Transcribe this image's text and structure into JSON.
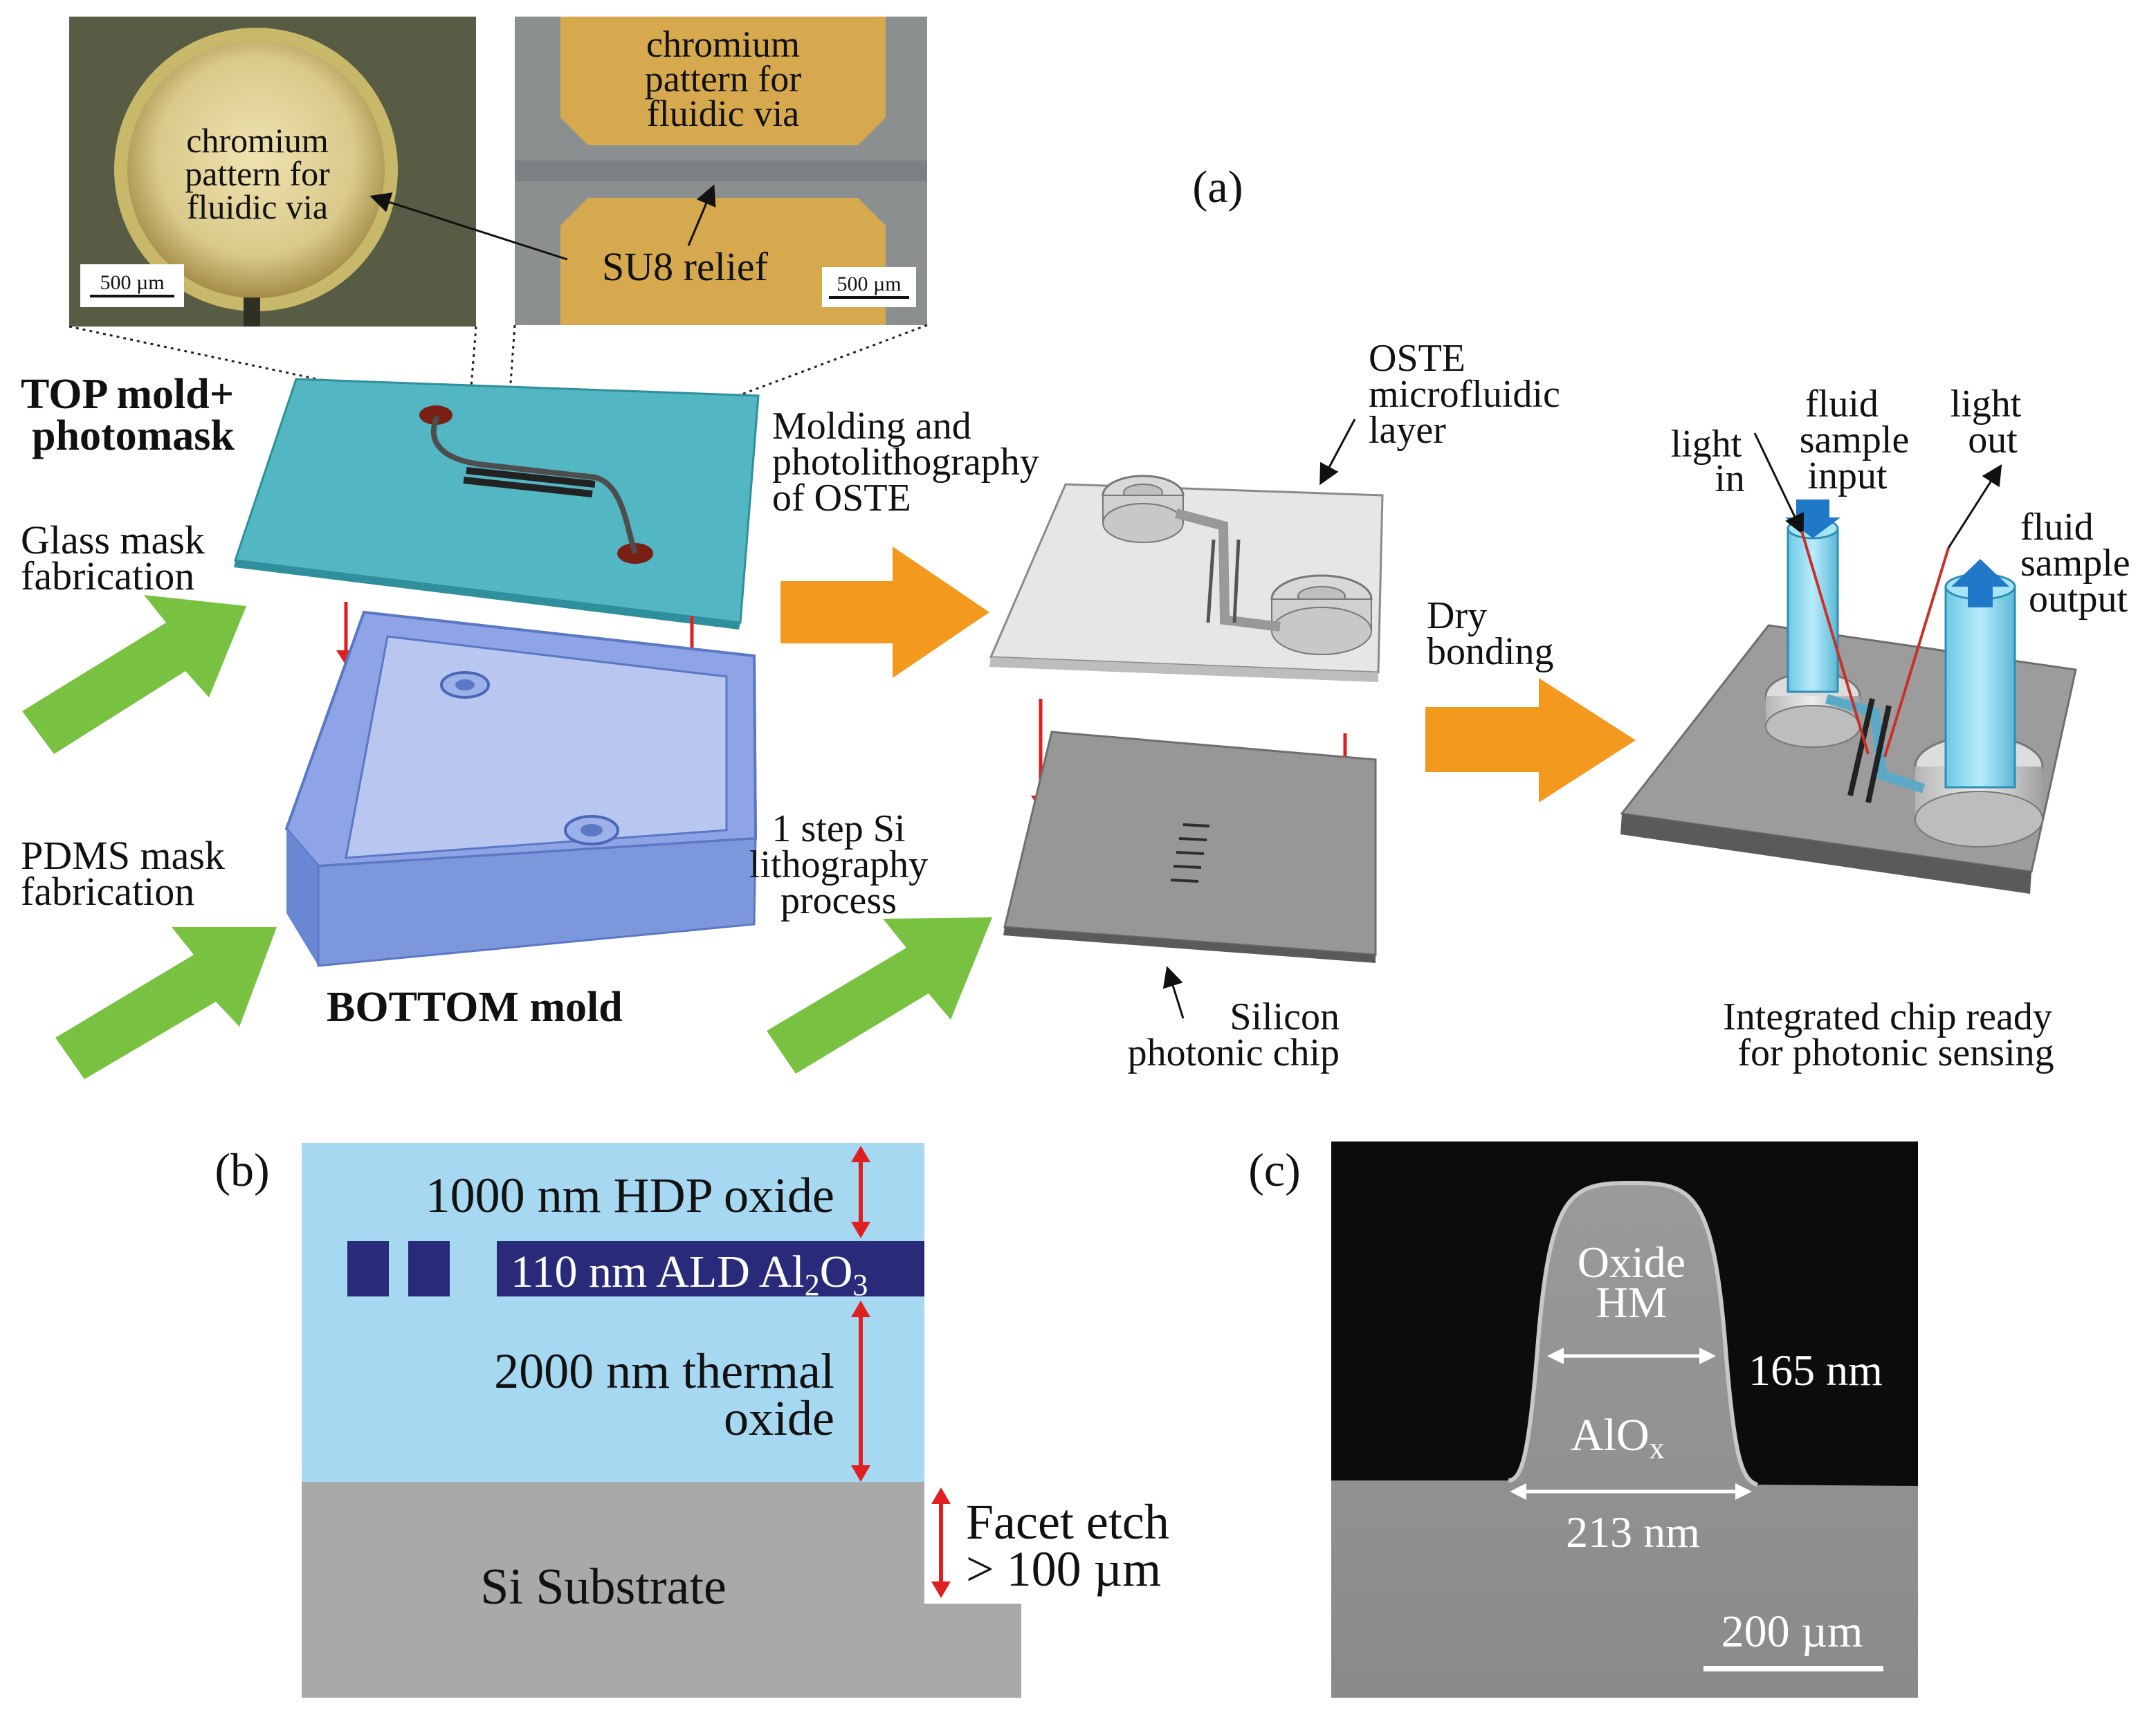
{
  "panels": {
    "a": "(a)",
    "b": "(b)",
    "c": "(c)"
  },
  "inset_left": {
    "label": [
      "chromium",
      "pattern for",
      "fluidic via"
    ],
    "scale": "500 µm"
  },
  "inset_right": {
    "label": [
      "chromium",
      "pattern for",
      "fluidic via"
    ],
    "scale": "500 µm"
  },
  "su8_label": "SU8 relief",
  "top_mold_label": [
    "TOP mold+",
    "photomask"
  ],
  "glass_mask_label": [
    "Glass mask",
    "fabrication"
  ],
  "pdms_mask_label": [
    "PDMS mask",
    "fabrication"
  ],
  "bottom_mold_label": "BOTTOM mold",
  "molding_label": [
    "Molding and",
    "photolithography",
    "of OSTE"
  ],
  "si_litho_label": [
    "1 step Si",
    "lithography",
    "process"
  ],
  "oste_label": [
    "OSTE",
    "microfluidic",
    "layer"
  ],
  "silicon_chip_label": [
    "Silicon",
    "photonic chip"
  ],
  "dry_bonding_label": [
    "Dry",
    "bonding"
  ],
  "light_in_label": [
    "light",
    "in"
  ],
  "fluid_input_label": [
    "fluid",
    "sample",
    "input"
  ],
  "light_out_label": [
    "light",
    "out"
  ],
  "fluid_output_label": [
    "fluid",
    "sample",
    "output"
  ],
  "integrated_label": [
    "Integrated chip ready",
    "for photonic sensing"
  ],
  "panel_b": {
    "hdp": "1000 nm HDP oxide",
    "ald_prefix": "110 nm ALD Al",
    "ald_sub1": "2",
    "ald_mid": "O",
    "ald_sub2": "3",
    "thermal": [
      "2000 nm thermal",
      "oxide"
    ],
    "substrate": "Si Substrate",
    "facet": [
      "Facet etch",
      "> 100 µm"
    ]
  },
  "panel_c": {
    "oxide_hm": [
      "Oxide",
      "HM"
    ],
    "alox_prefix": "AlO",
    "alox_sub": "x",
    "width_top": "165 nm",
    "width_bottom": "213 nm",
    "scale": "200 µm"
  },
  "colors": {
    "glass": "#4fb7c5",
    "pdms": "#7b9be0",
    "green_arrow": "#79c241",
    "orange_arrow": "#f39a1e",
    "red_arrow": "#e02020",
    "oxide_blue": "#a7d8f2",
    "al2o3_navy": "#2a2a7a",
    "si_grey": "#a9a9a9",
    "gold": "#d9a94a"
  }
}
